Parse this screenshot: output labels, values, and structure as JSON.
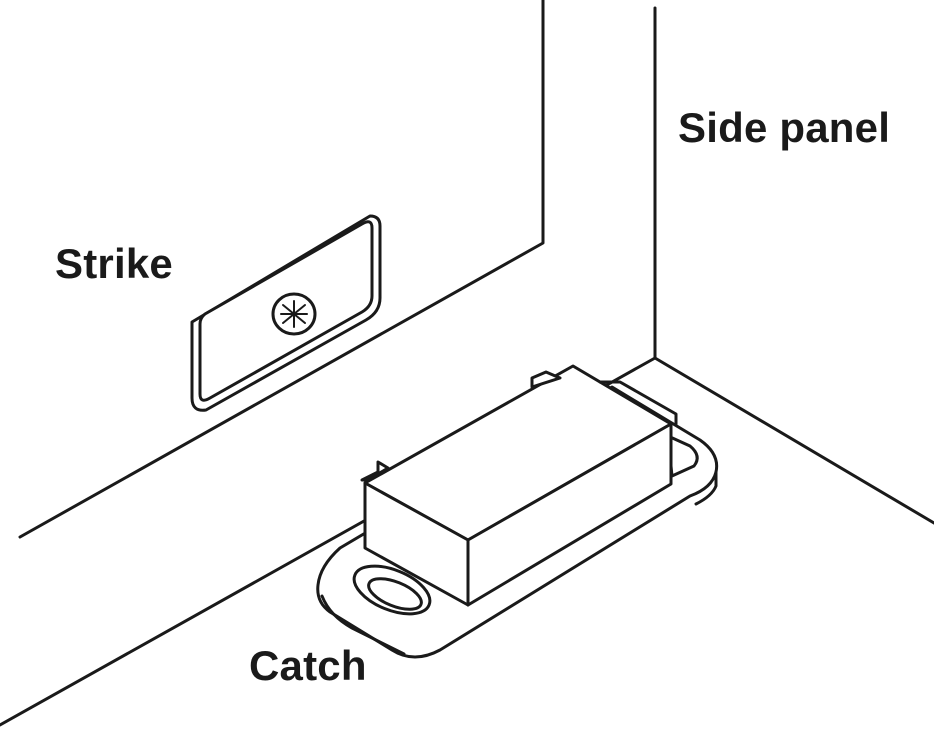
{
  "labels": {
    "side_panel": "Side panel",
    "strike": "Strike",
    "catch": "Catch"
  },
  "colors": {
    "line": "#1a1a1a",
    "background": "#ffffff"
  }
}
